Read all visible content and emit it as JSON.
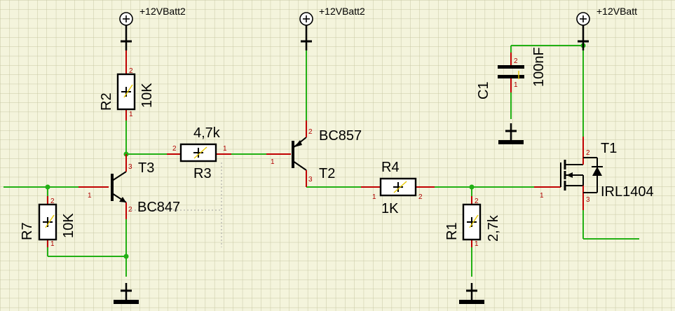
{
  "grid": {
    "background": "#f4f4dc",
    "line": "#c8c8a4"
  },
  "colors": {
    "wire": "#22b014",
    "pin_lead": "#c00000",
    "body": "#000000",
    "wiper": "#e8c800",
    "pin_number": "#b00000"
  },
  "power": {
    "left": "+12VBatt2",
    "middle": "+12VBatt2",
    "right": "+12VBatt"
  },
  "components": {
    "R2": {
      "ref": "R2",
      "value": "10K"
    },
    "R7": {
      "ref": "R7",
      "value": "10K"
    },
    "R3": {
      "ref": "R3",
      "value": "4,7k"
    },
    "R4": {
      "ref": "R4",
      "value": "1K"
    },
    "R1": {
      "ref": "R1",
      "value": "2,7k"
    },
    "C1": {
      "ref": "C1",
      "value": "100nF"
    },
    "T3": {
      "ref": "T3",
      "value": "BC847"
    },
    "T2": {
      "ref": "T2",
      "value": "BC857"
    },
    "T1": {
      "ref": "T1",
      "value": "IRL1404"
    }
  },
  "pin_numbers": {
    "r2_top": "2",
    "r2_bottom": "1",
    "r7_top": "2",
    "r7_bottom": "1",
    "r3_left": "2",
    "r3_right": "1",
    "r4_left": "1",
    "r4_right": "2",
    "r1_top": "2",
    "r1_bottom": "1",
    "c1_top": "2",
    "c1_bottom": "1",
    "t3_base": "1",
    "t3_collector": "3",
    "t3_emitter": "2",
    "t2_base": "1",
    "t2_emitter": "2",
    "t2_collector": "3",
    "t1_gate": "1",
    "t1_drain": "2",
    "t1_source": "3"
  }
}
